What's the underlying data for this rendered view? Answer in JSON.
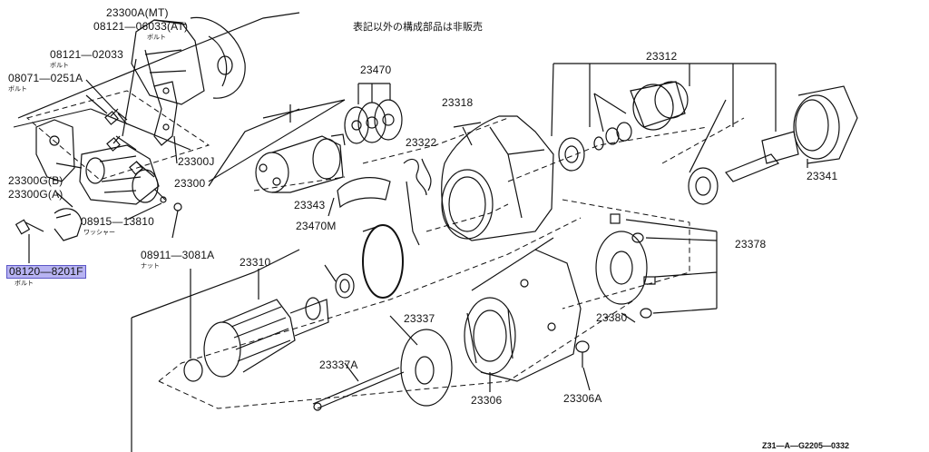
{
  "note": "表記以外の構成部品は非販売",
  "footer_code": "Z31—A—G2205—0332",
  "labels": {
    "p23300a": "23300A(MT)",
    "p08121_06033": "08121—06033(AT)",
    "p08121_06033_sub": "ボルト",
    "p08121_02033": "08121—02033",
    "p08121_02033_sub": "ボルト",
    "p08071": "08071—0251A",
    "p08071_sub": "ボルト",
    "p23300j": "23300J",
    "p23300gb": "23300G(B)",
    "p23300ga": "23300G(A)",
    "p23300": "23300",
    "p08915": "08915—13810",
    "p08915_sub": "ワッシャー",
    "p08911": "08911—3081A",
    "p08911_sub": "ナット",
    "p08120": "08120—8201F",
    "p08120_sub": "ボルト",
    "p23470": "23470",
    "p23318": "23318",
    "p23322": "23322",
    "p23343": "23343",
    "p23470m": "23470M",
    "p23312": "23312",
    "p23341": "23341",
    "p23378": "23378",
    "p23380": "23380",
    "p23310": "23310",
    "p23337": "23337",
    "p23337a": "23337A",
    "p23306": "23306",
    "p23306a": "23306A"
  },
  "colors": {
    "highlight": "#b7b3f2",
    "highlight_border": "#5b56c7",
    "line": "#111111"
  }
}
